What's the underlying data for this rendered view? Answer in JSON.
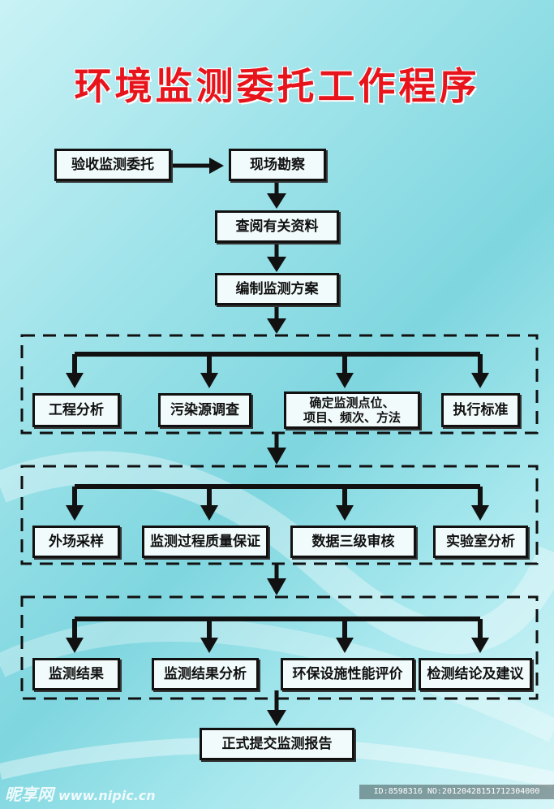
{
  "title": "环境监测委托工作程序",
  "steps": {
    "accept": "验收监测委托",
    "survey": "现场勘察",
    "review": "查阅有关资料",
    "plan": "编制监测方案",
    "report": "正式提交监测报告"
  },
  "group1": [
    "工程分析",
    "污染源调查",
    "确定监测点位、\n项目、频次、方法",
    "执行标准"
  ],
  "group2": [
    "外场采样",
    "监测过程质量保证",
    "数据三级审核",
    "实验室分析"
  ],
  "group3": [
    "监测结果",
    "监测结果分析",
    "环保设施性能评价",
    "检测结论及建议"
  ],
  "watermark": {
    "brand": "昵享网",
    "url": "www.nipic.cn",
    "id": "ID:8598316 NO:20120428151712304000"
  },
  "colors": {
    "title": "#e8141c",
    "line": "#111111"
  }
}
